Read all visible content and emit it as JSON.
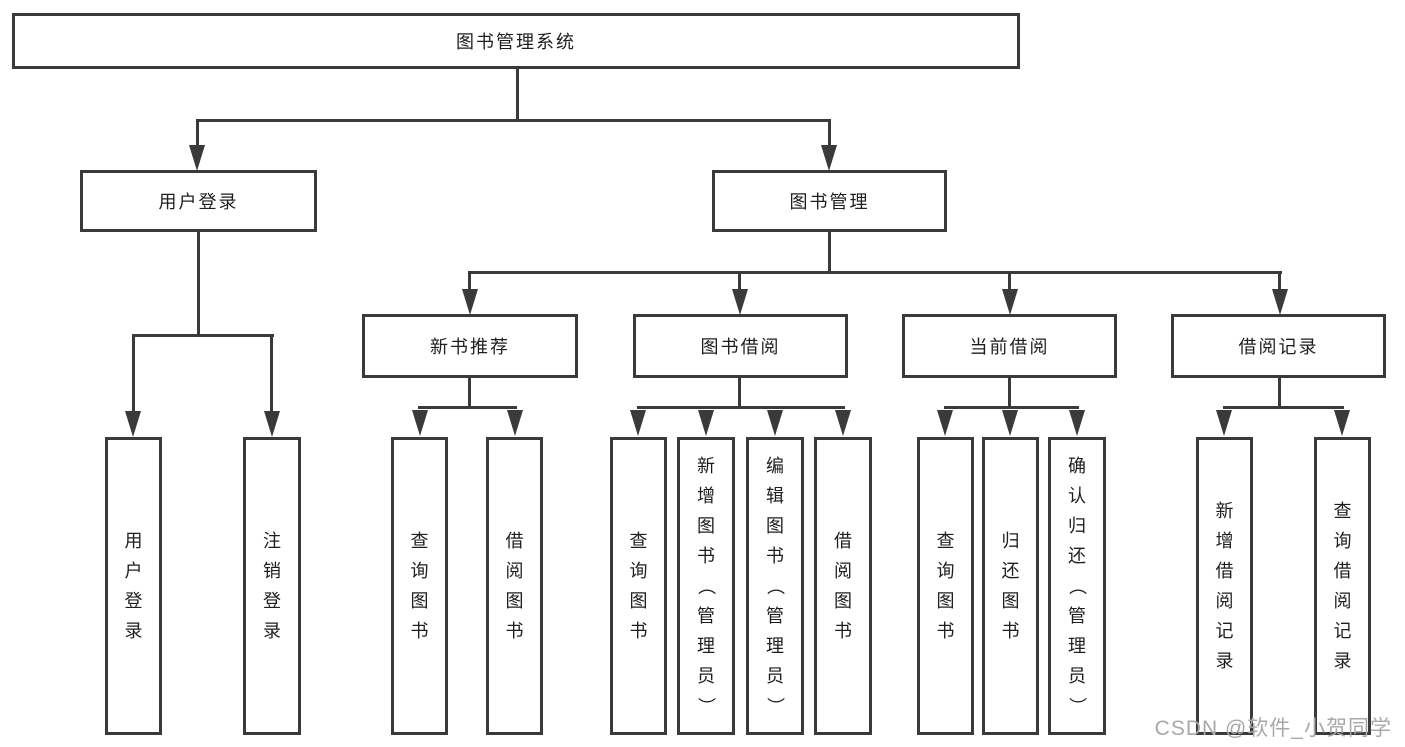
{
  "tree": {
    "root": {
      "label": "图书管理系统"
    },
    "children": [
      {
        "label": "用户登录",
        "children": [
          {
            "label": "用户登录"
          },
          {
            "label": "注销登录"
          }
        ]
      },
      {
        "label": "图书管理",
        "children": [
          {
            "label": "新书推荐",
            "children": [
              {
                "label": "查询图书"
              },
              {
                "label": "借阅图书"
              }
            ]
          },
          {
            "label": "图书借阅",
            "children": [
              {
                "label": "查询图书"
              },
              {
                "label": "新增图书（管理员）"
              },
              {
                "label": "编辑图书（管理员）"
              },
              {
                "label": "借阅图书"
              }
            ]
          },
          {
            "label": "当前借阅",
            "children": [
              {
                "label": "查询图书"
              },
              {
                "label": "归还图书"
              },
              {
                "label": "确认归还（管理员）"
              }
            ]
          },
          {
            "label": "借阅记录",
            "children": [
              {
                "label": "新增借阅记录"
              },
              {
                "label": "查询借阅记录"
              }
            ]
          }
        ]
      }
    ]
  },
  "watermark": {
    "text": "CSDN @软件_小贺同学"
  },
  "colors": {
    "line": "#3a3a3a",
    "text": "#1e1e1e",
    "watermark": "#a8a8a8",
    "background": "#ffffff"
  }
}
